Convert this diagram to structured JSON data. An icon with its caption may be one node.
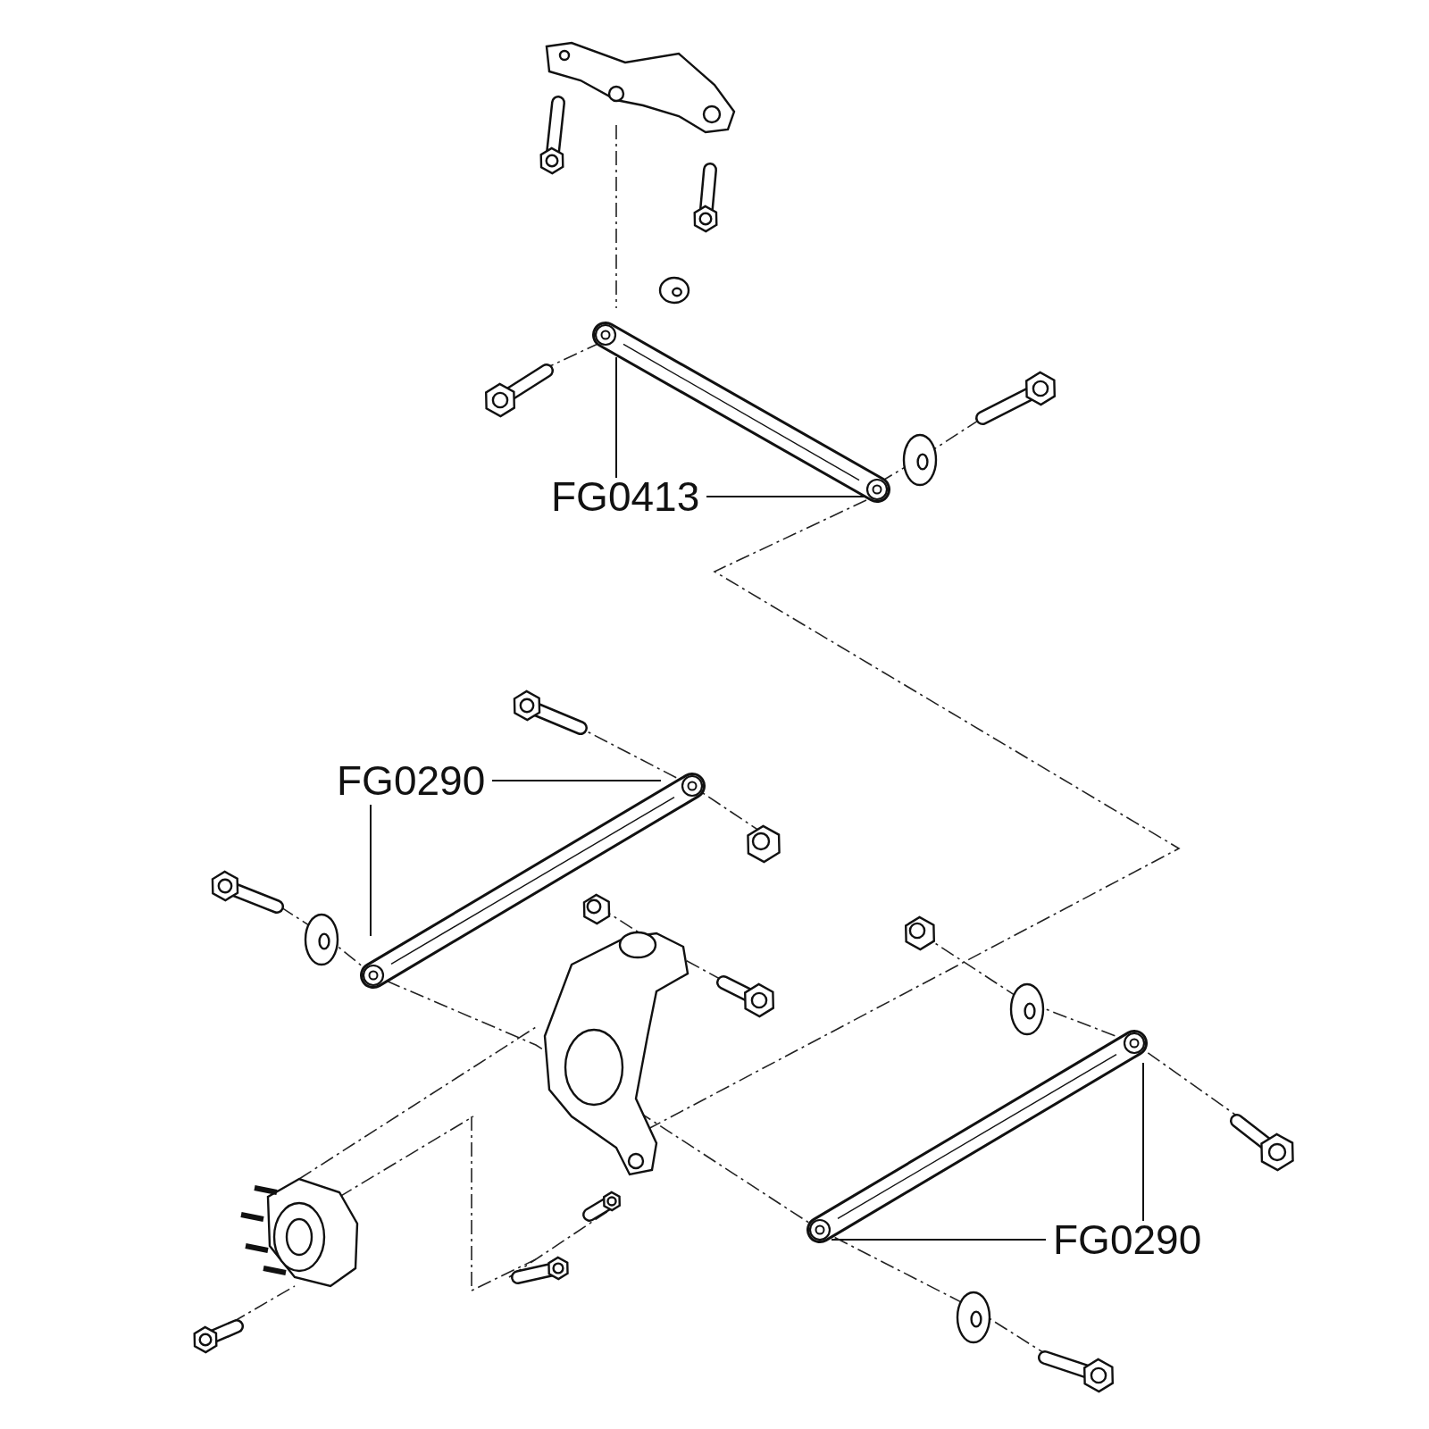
{
  "diagram": {
    "nodes": [
      {
        "text": [
          "FG0413"
        ]
      },
      {
        "text": [],
        "shape": "picture"
      },
      {
        "text": [
          "FG0290"
        ]
      },
      {
        "text": [],
        "shape": "picture"
      },
      {
        "text": [
          "FG0290"
        ]
      },
      {
        "text": [],
        "shape": "picture"
      }
    ],
    "edges": [
      {
        "from": 0,
        "to": 1,
        "arrow": "none"
      },
      {
        "from": 0,
        "to": 1,
        "arrow": "none"
      },
      {
        "from": 2,
        "to": 3,
        "arrow": "none"
      },
      {
        "from": 2,
        "to": 3,
        "arrow": "none"
      },
      {
        "from": 4,
        "to": 5,
        "arrow": "none"
      },
      {
        "from": 4,
        "to": 5,
        "arrow": "none"
      }
    ]
  }
}
